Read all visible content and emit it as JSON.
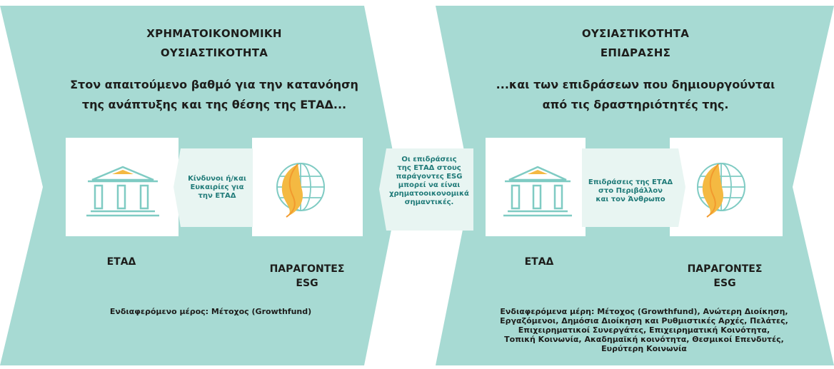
{
  "colors": {
    "teal": "#a7dad3",
    "teal_pale": "#e8f5f2",
    "teal_text": "#1f7a78",
    "gold": "#f4b942",
    "orange": "#f29a2e",
    "icon_line": "#7fcbc3"
  },
  "left_panel": {
    "title_line1": "ΧΡΗΜΑΤΟΙΚΟΝΟΜΙΚΗ",
    "title_line2": "ΟΥΣΙΑΣΤΙΚΟΤΗΤΑ",
    "lead_line1": "Στον απαιτούμενο βαθμό για την κατανόηση",
    "lead_line2": "της ανάπτυξης και της θέσης της ΕΤΑΔ...",
    "arrow_label": [
      "Κίνδυνοι ή/και",
      "Ευκαιρίες για",
      "την ΕΤΑΔ"
    ],
    "entity_label": "ΕΤΑΔ",
    "esg_label_line1": "ΠΑΡΑΓΟΝΤΕΣ",
    "esg_label_line2": "ESG",
    "stakeholders": "Ενδιαφερόμενο μέρος: Μέτοχος (Growthfund)",
    "building_icon": "building-icon",
    "globe_icon": "globe-icon"
  },
  "center_note": {
    "lines": [
      "Οι επιδράσεις",
      "της ΕΤΑΔ στους",
      "παράγοντες ESG",
      "μπορεί να είναι",
      "χρηματοοικονομικά",
      "σημαντικές."
    ]
  },
  "right_panel": {
    "title_line1": "ΟΥΣΙΑΣΤΙΚΟΤΗΤΑ",
    "title_line2": "ΕΠΙΔΡΑΣΗΣ",
    "lead_line1": "...και των επιδράσεων που δημιουργούνται",
    "lead_line2": "από τις δραστηριότητές της.",
    "arrow_label": [
      "Επιδράσεις της ΕΤΑΔ",
      "στο Περιβάλλον",
      "και τον Άνθρωπο"
    ],
    "entity_label": "ΕΤΑΔ",
    "esg_label_line1": "ΠΑΡΑΓΟΝΤΕΣ",
    "esg_label_line2": "ESG",
    "stakeholders": [
      "Ενδιαφερόμενα μέρη: Μέτοχος (Growthfund), Ανώτερη Διοίκηση,",
      "Εργαζόμενοι, Δημόσια Διοίκηση και Ρυθμιστικές Αρχές, Πελάτες,",
      "Επιχειρηματικοί Συνεργάτες, Επιχειρηματική Κοινότητα,",
      "Τοπική Κοινωνία, Ακαδημαϊκή κοινότητα, Θεσμικοί Επενδυτές,",
      "Ευρύτερη Κοινωνία"
    ],
    "building_icon": "building-icon",
    "globe_icon": "globe-icon"
  }
}
